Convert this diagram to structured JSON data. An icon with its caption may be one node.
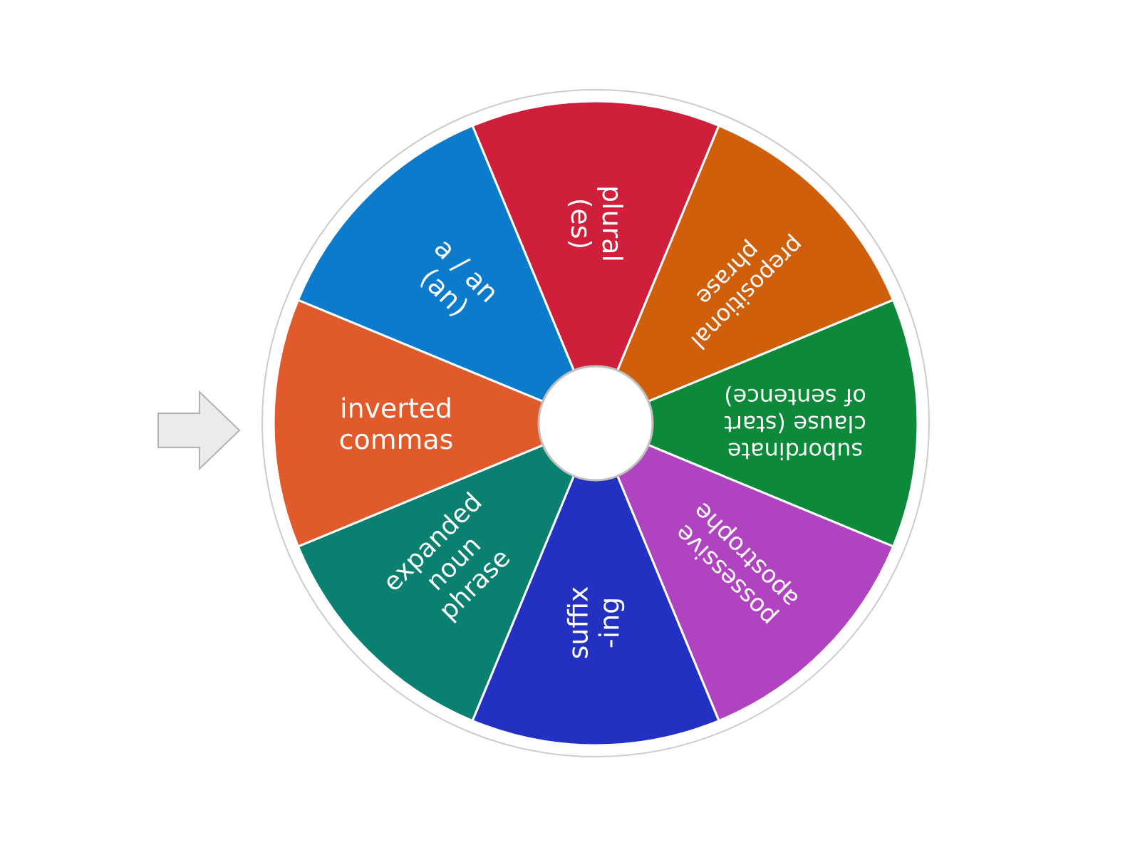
{
  "diagram": {
    "nodes": [
      {
        "text": [
          "plural (es)"
        ]
      },
      {
        "text": [
          "prepositional phrase"
        ]
      },
      {
        "text": [
          "subordinate clause (start of sentence)"
        ]
      },
      {
        "text": [
          "possessive apostrophe"
        ]
      },
      {
        "text": [
          "suffix -ing"
        ]
      },
      {
        "text": [
          "expanded noun phrase"
        ]
      },
      {
        "text": [
          "inverted commas"
        ]
      },
      {
        "text": [
          "a / an (an)"
        ]
      },
      {
        "text": [],
        "shape": "circle"
      }
    ]
  }
}
